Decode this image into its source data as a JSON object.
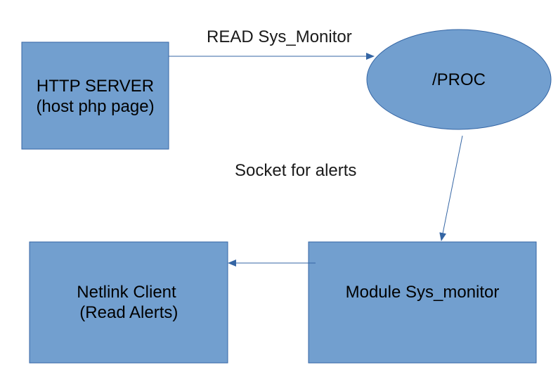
{
  "colors": {
    "node_fill": "#729fcf",
    "node_stroke": "#3465a4",
    "edge": "#3465a4"
  },
  "nodes": {
    "http_server": {
      "line1": "HTTP SERVER",
      "line2": "(host php page)"
    },
    "proc": {
      "label": "/PROC"
    },
    "module": {
      "label": "Module Sys_monitor"
    },
    "netlink": {
      "line1": "Netlink Client",
      "line2": " (Read Alerts)"
    }
  },
  "edges": {
    "read_sys_monitor": "READ Sys_Monitor",
    "socket_for_alerts": "Socket for alerts"
  }
}
